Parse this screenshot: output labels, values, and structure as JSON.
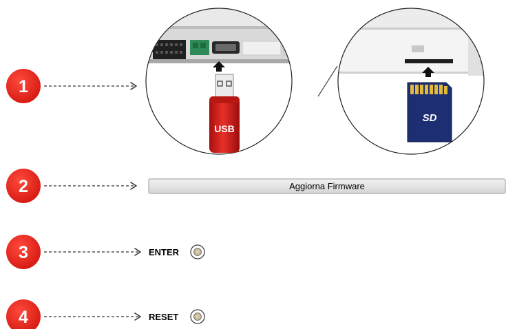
{
  "steps": [
    {
      "number": "1"
    },
    {
      "number": "2",
      "button_label": "Aggiorna Firmware"
    },
    {
      "number": "3",
      "key_label": "ENTER"
    },
    {
      "number": "4",
      "key_label": "RESET"
    }
  ],
  "usb": {
    "label": "USB"
  },
  "sd": {
    "label": "SD"
  },
  "colors": {
    "step_badge": "#e8231c",
    "usb_stick": "#d8201b",
    "sd_card": "#1d2f72",
    "board_green": "#2e8b57",
    "button_fill": "#e6e6e6"
  },
  "icons": [
    "dashed-arrow",
    "up-arrow-icon",
    "key-button-icon",
    "usb-stick-icon",
    "sd-card-icon"
  ]
}
